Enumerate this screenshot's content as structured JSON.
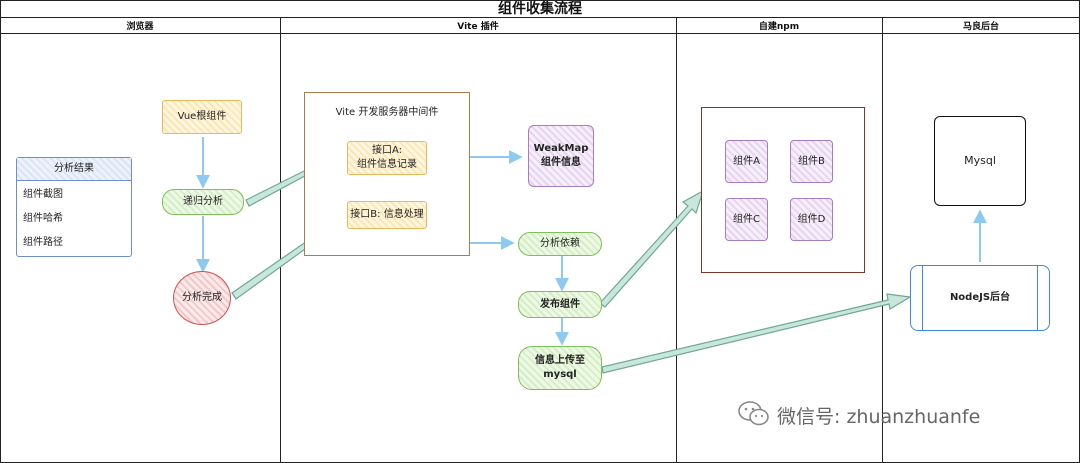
{
  "title": "组件收集流程",
  "lanes": [
    {
      "label": "浏览器"
    },
    {
      "label": "Vite 插件"
    },
    {
      "label": "自建npm"
    },
    {
      "label": "马良后台"
    }
  ],
  "browser": {
    "result_panel": {
      "title": "分析结果",
      "items": [
        "组件截图",
        "组件哈希",
        "组件路径"
      ]
    },
    "vue_root": "Vue根组件",
    "recursive": "递归分析",
    "done": "分析完成"
  },
  "vite": {
    "server_title": "Vite 开发服务器中间件",
    "api_a": "接口A:\n组件信息记录",
    "api_b": "接口B: 信息处理",
    "weakmap": "WeakMap\n组件信息",
    "analyze_deps": "分析依赖",
    "publish": "发布组件",
    "upload": "信息上传至\nmysql"
  },
  "npm": {
    "components": [
      "组件A",
      "组件B",
      "组件C",
      "组件D"
    ]
  },
  "backend": {
    "mysql": "Mysql",
    "nodejs": "NodeJS后台"
  },
  "watermark": "微信号: zhuanzhuanfe",
  "colors": {
    "arrow_blue": "#8ec9f0",
    "arrow_teal": "#7fb7a8",
    "panel_blue": "#6e8fc9",
    "node_blue": "#3a8be0"
  }
}
